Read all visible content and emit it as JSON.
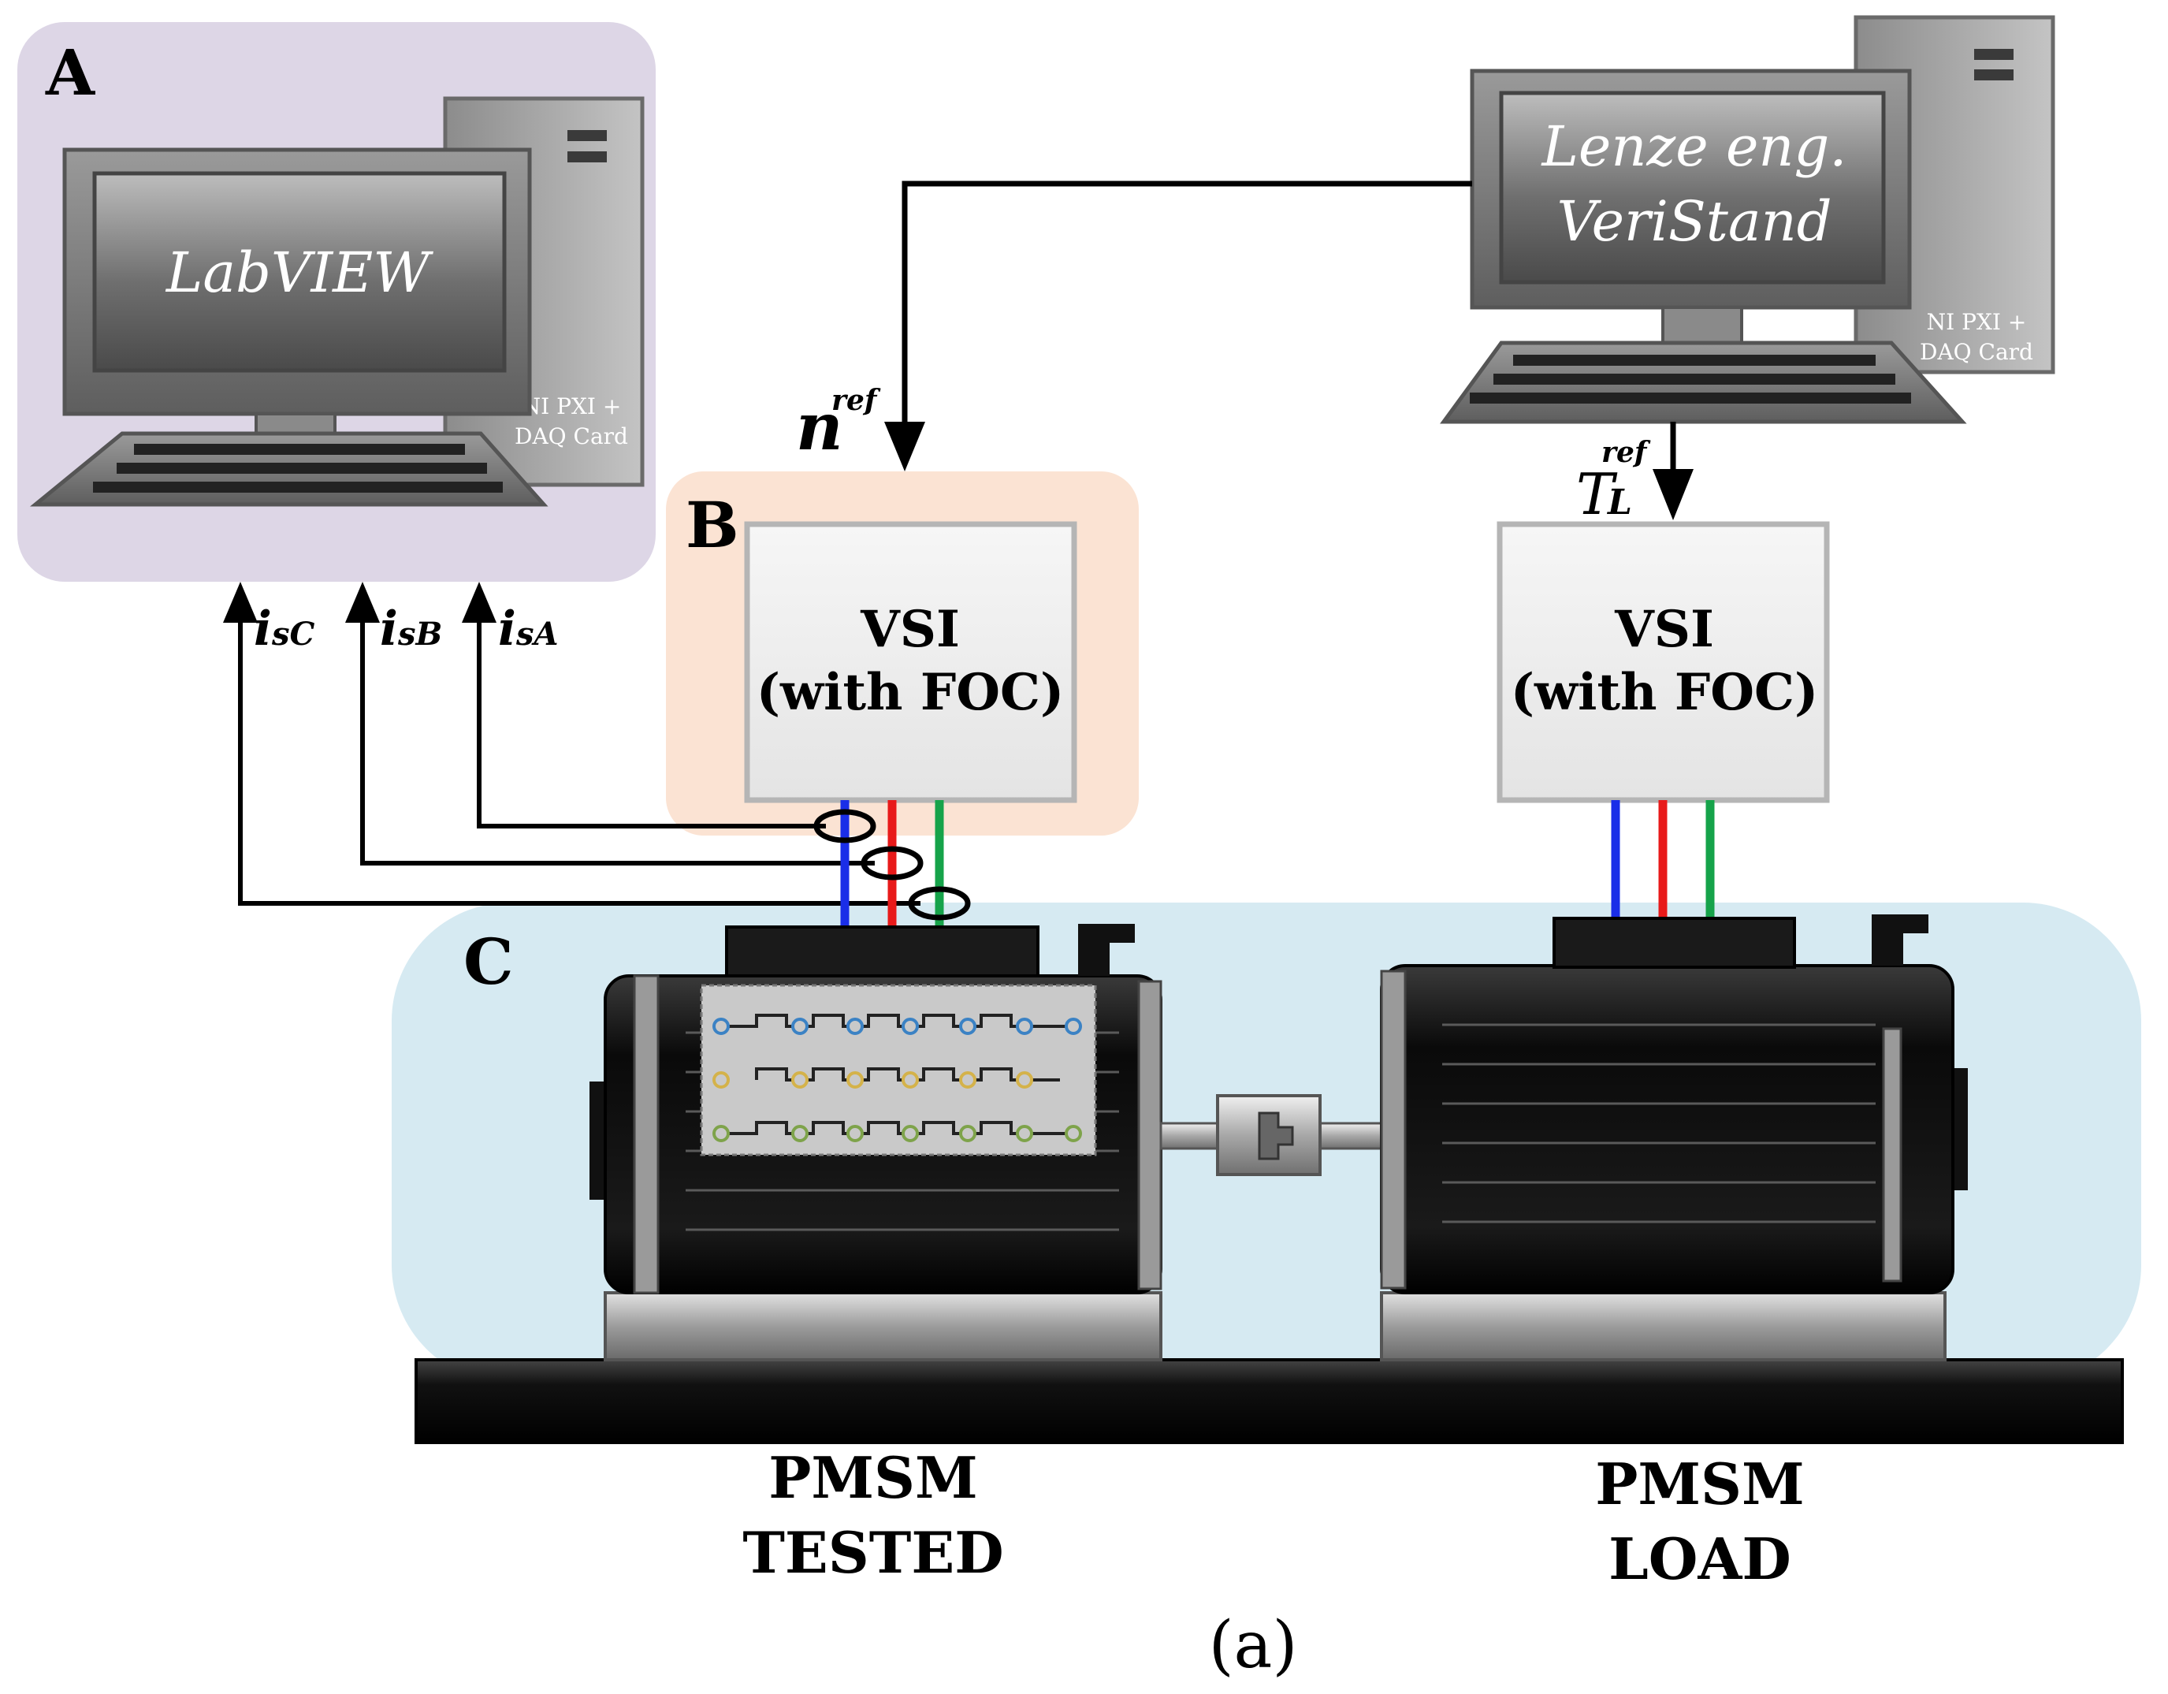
{
  "section_labels": {
    "a": "A",
    "b": "B",
    "c": "C"
  },
  "pc_left": {
    "screen_text": "LabVIEW",
    "tower_card": [
      "NI PXI +",
      "DAQ Card"
    ]
  },
  "pc_right": {
    "screen_text": [
      "Lenze eng.",
      "VeriStand"
    ],
    "tower_card": [
      "NI PXI +",
      "DAQ Card"
    ]
  },
  "signals": {
    "speed_ref": {
      "symbol": "n",
      "superscript": "ref"
    },
    "torque_ref": {
      "symbol": "T",
      "subscript": "L",
      "superscript": "ref"
    },
    "currents": [
      {
        "symbol": "i",
        "subscript": "sC"
      },
      {
        "symbol": "i",
        "subscript": "sB"
      },
      {
        "symbol": "i",
        "subscript": "sA"
      }
    ]
  },
  "vsi_left": {
    "lines": [
      "VSI",
      "(with FOC)"
    ]
  },
  "vsi_right": {
    "lines": [
      "VSI",
      "(with FOC)"
    ]
  },
  "motor_left_caption": [
    "PMSM",
    "TESTED"
  ],
  "motor_right_caption": [
    "PMSM",
    "LOAD"
  ],
  "figure_label": "(a)",
  "colors": {
    "phase_a": "#1a2ee8",
    "phase_b": "#e81a1a",
    "phase_c": "#16a34a",
    "zone_a": "#ddd6e6",
    "zone_b": "#fbe3d3",
    "zone_c": "#d6eaf2"
  }
}
